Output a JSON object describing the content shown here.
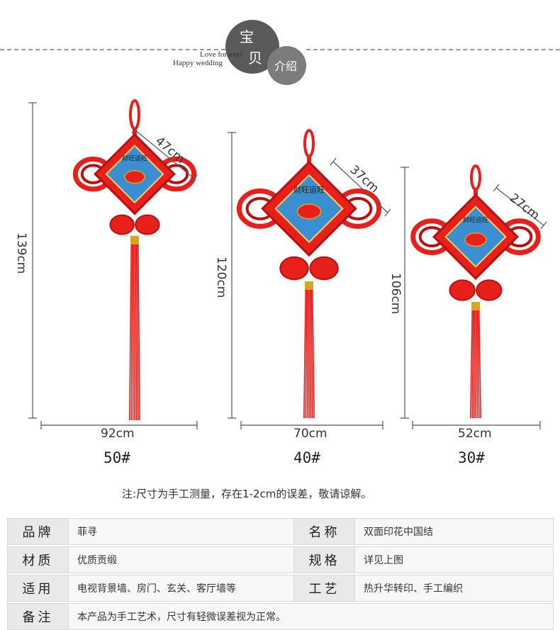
{
  "header": {
    "circle_title_1": "宝",
    "circle_title_2": "贝",
    "circle_sub": "介绍",
    "tagline_1": "Love for ever",
    "tagline_2": "Happy wedding"
  },
  "products": [
    {
      "model": "50#",
      "height": "139cm",
      "width": "92cm",
      "diagonal": "47cm",
      "plaque_text": "财旺运旺"
    },
    {
      "model": "40#",
      "height": "120cm",
      "width": "70cm",
      "diagonal": "37cm",
      "plaque_text": "财旺运旺"
    },
    {
      "model": "30#",
      "height": "106cm",
      "width": "52cm",
      "diagonal": "27cm",
      "plaque_text": "财旺运旺"
    }
  ],
  "note": "注:尺寸为手工测量，存在1-2cm的误差，敬请谅解。",
  "specs": {
    "brand_label": "品牌",
    "brand_value": "菲寻",
    "name_label": "名称",
    "name_value": "双面印花中国结",
    "material_label": "材质",
    "material_value": "优质贡缎",
    "size_label": "规格",
    "size_value": "详见上图",
    "use_label": "适用",
    "use_value": "电视背景墙、房门、玄关、客厅墙等",
    "craft_label": "工艺",
    "craft_value": "热升华转印、手工编织",
    "remark_label": "备注",
    "remark_value": "本产品为手工艺术，尺寸有轻微误差视为正常。"
  },
  "colors": {
    "knot_red": "#e8201c",
    "dark_red": "#b8100e",
    "gold": "#d9a520",
    "wave_blue": "#3b8fd0"
  }
}
